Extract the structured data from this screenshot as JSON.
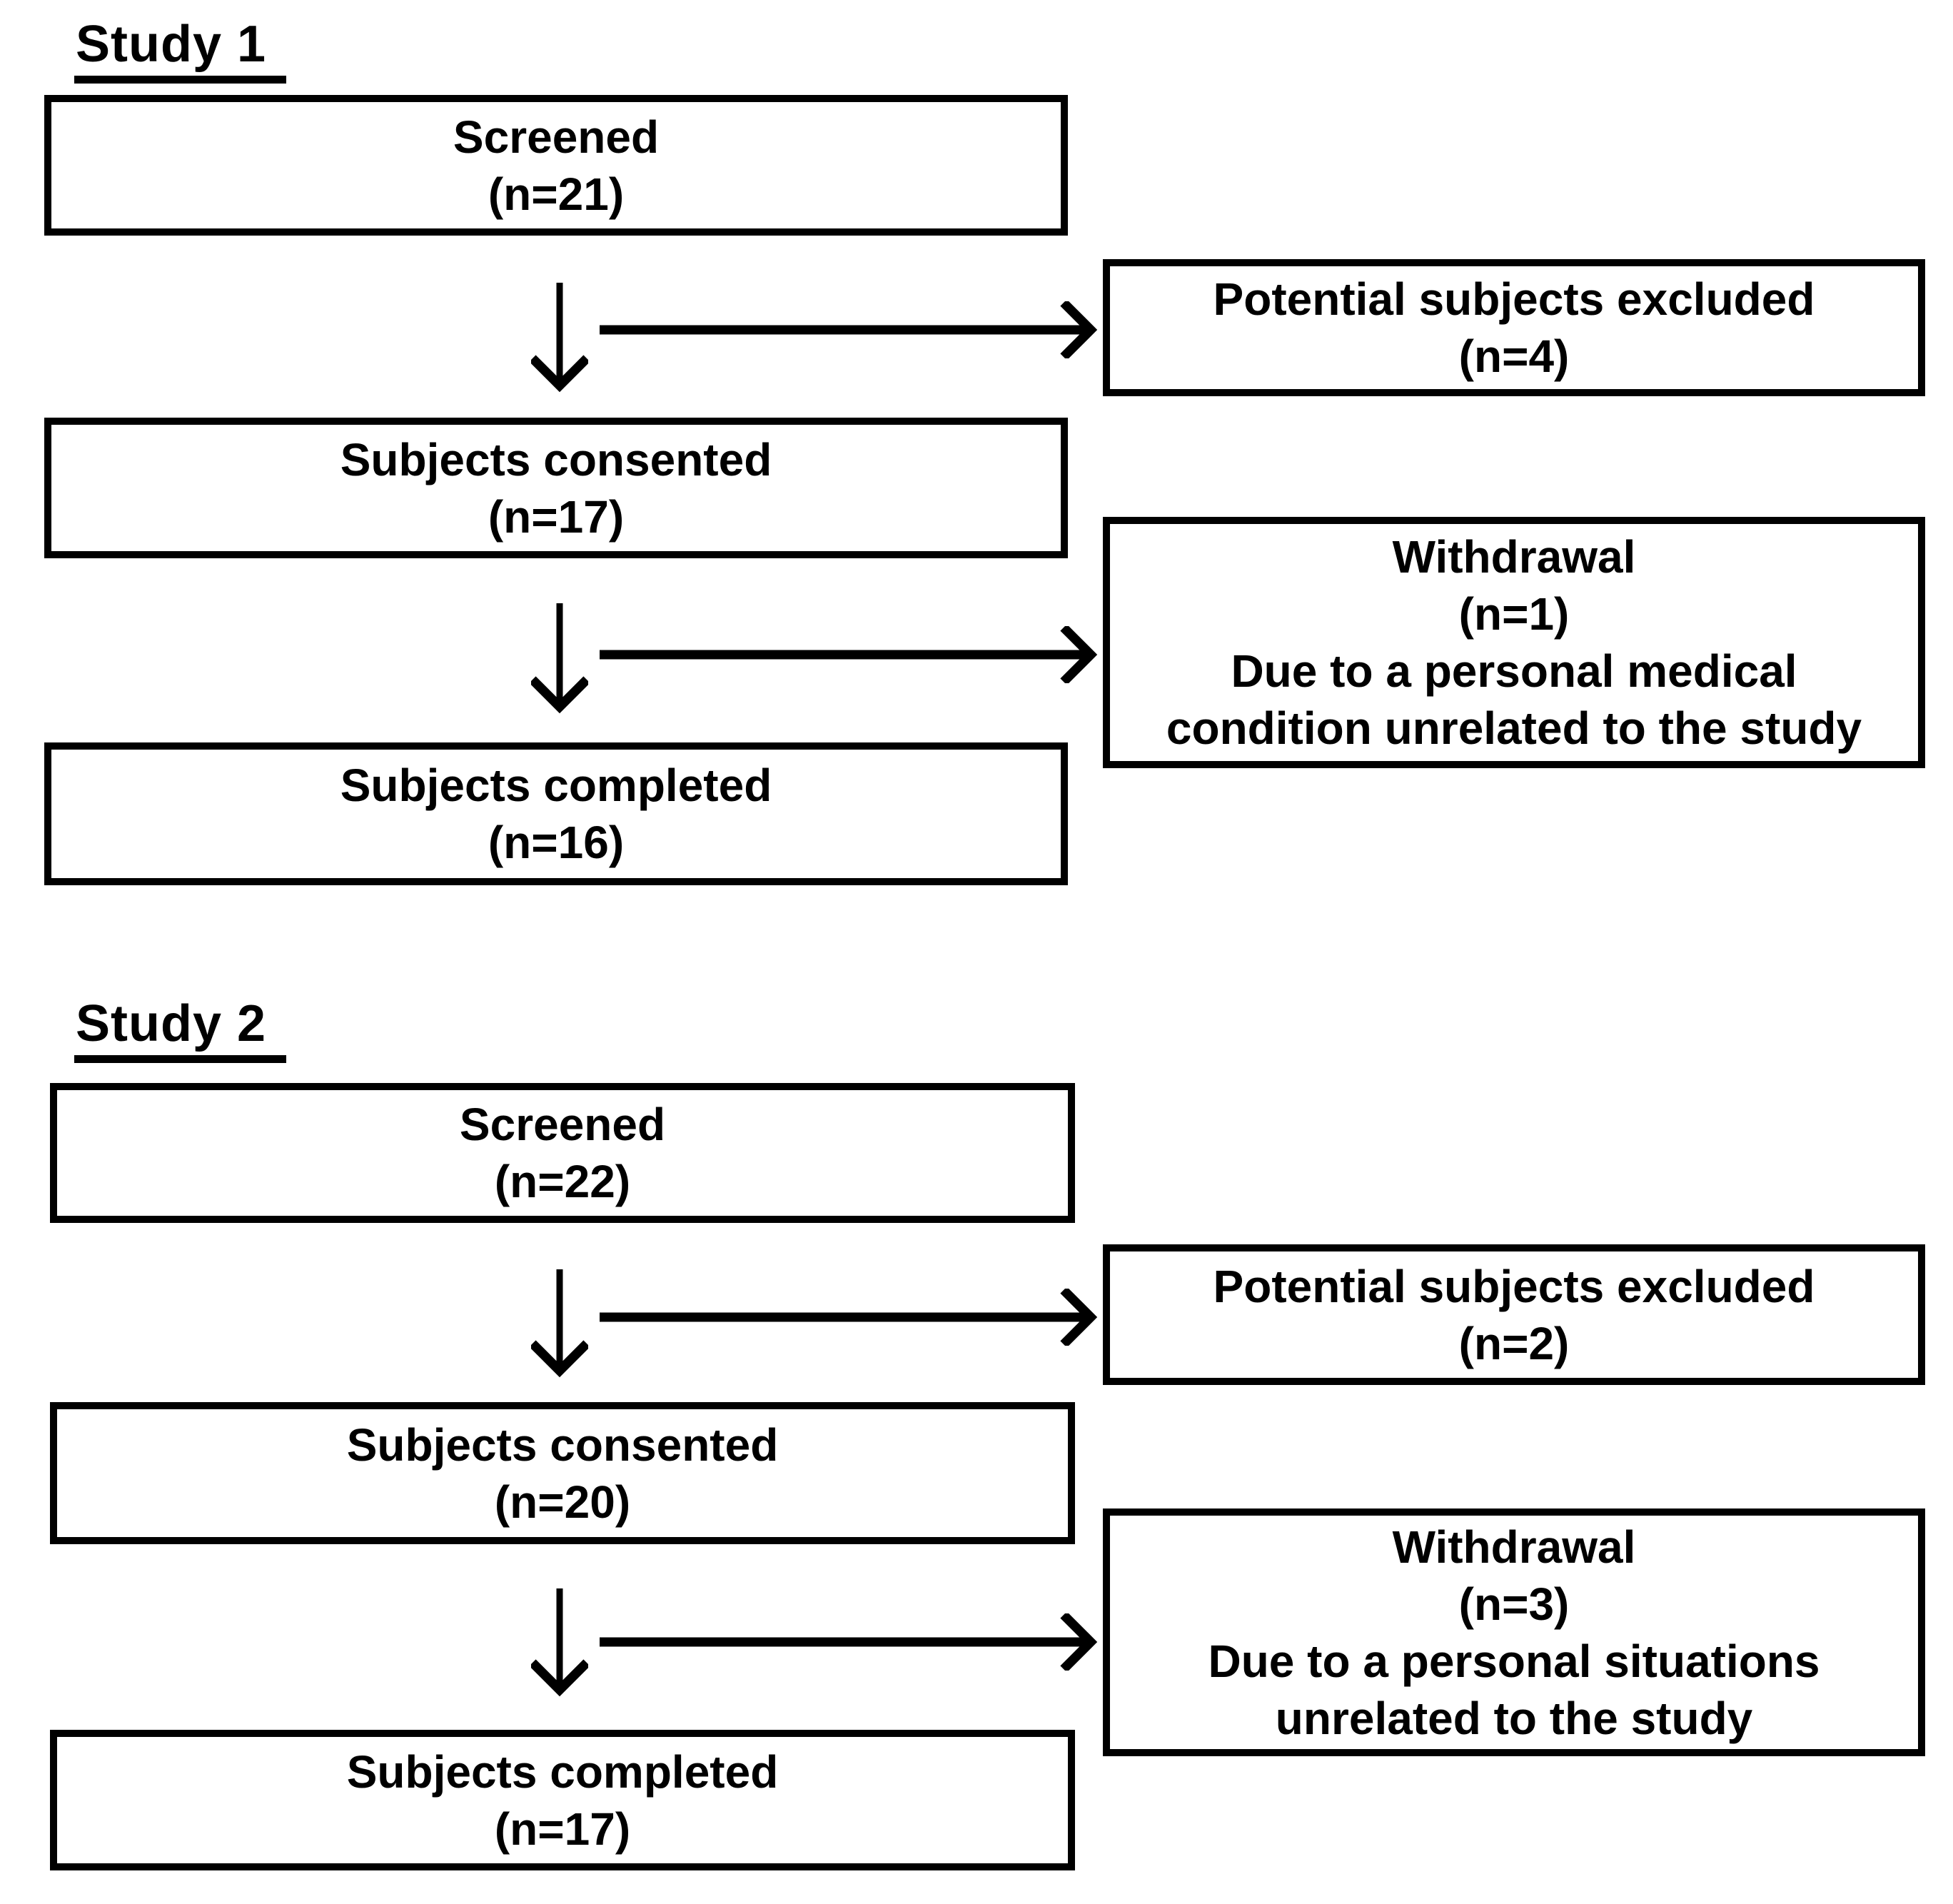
{
  "figure_type": "study-enrollment-flowchart",
  "colors": {
    "ink": "#000000",
    "paper": "#ffffff"
  },
  "studies": [
    {
      "title": "Study 1",
      "screened": {
        "lines": [
          "Screened",
          "(n=21)"
        ]
      },
      "excluded": {
        "lines": [
          "Potential subjects excluded",
          "(n=4)"
        ]
      },
      "consented": {
        "lines": [
          "Subjects consented",
          "(n=17)"
        ]
      },
      "withdrawal": {
        "lines": [
          "Withdrawal",
          "(n=1)",
          "Due to a personal medical",
          "condition unrelated to the study"
        ]
      },
      "completed": {
        "lines": [
          "Subjects completed",
          "(n=16)"
        ]
      }
    },
    {
      "title": "Study 2",
      "screened": {
        "lines": [
          "Screened",
          "(n=22)"
        ]
      },
      "excluded": {
        "lines": [
          "Potential subjects excluded",
          "(n=2)"
        ]
      },
      "consented": {
        "lines": [
          "Subjects consented",
          "(n=20)"
        ]
      },
      "withdrawal": {
        "lines": [
          "Withdrawal",
          "(n=3)",
          "Due to a personal situations",
          "unrelated to the study"
        ]
      },
      "completed": {
        "lines": [
          "Subjects completed",
          "(n=17)"
        ]
      }
    }
  ]
}
